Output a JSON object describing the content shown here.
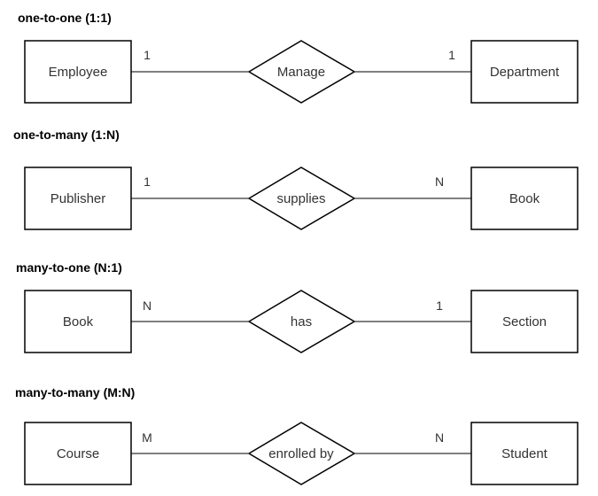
{
  "rows": [
    {
      "heading": "one-to-one (1:1)",
      "left": {
        "label": "Employee"
      },
      "relationship": {
        "label": "Manage"
      },
      "right": {
        "label": "Department"
      },
      "left_cardinality": "1",
      "right_cardinality": "1"
    },
    {
      "heading": "one-to-many (1:N)",
      "left": {
        "label": "Publisher"
      },
      "relationship": {
        "label": "supplies"
      },
      "right": {
        "label": "Book"
      },
      "left_cardinality": "1",
      "right_cardinality": "N"
    },
    {
      "heading": "many-to-one (N:1)",
      "left": {
        "label": "Book"
      },
      "relationship": {
        "label": "has"
      },
      "right": {
        "label": "Section"
      },
      "left_cardinality": "N",
      "right_cardinality": "1"
    },
    {
      "heading": "many-to-many (M:N)",
      "left": {
        "label": "Course"
      },
      "relationship": {
        "label": "enrolled by"
      },
      "right": {
        "label": "Student"
      },
      "left_cardinality": "M",
      "right_cardinality": "N"
    }
  ]
}
